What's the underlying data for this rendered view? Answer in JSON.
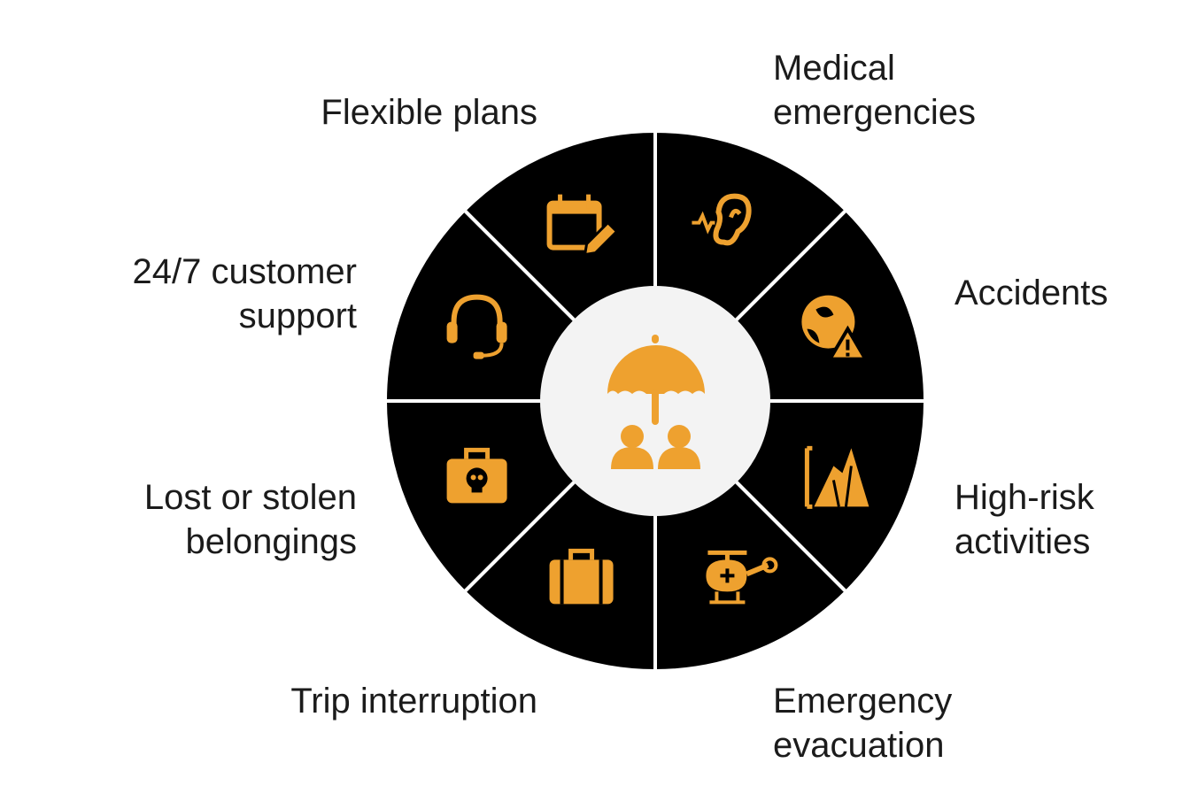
{
  "title": "Travel insurance coverage",
  "colors": {
    "segment": "#000000",
    "icon": "#EEA12F",
    "center": "#F3F3F3",
    "divider": "#FFFFFF"
  },
  "center": {
    "icon": "umbrella-people-icon"
  },
  "segments": [
    {
      "icon": "ear-icon",
      "label": [
        "Medical",
        "emergencies"
      ]
    },
    {
      "icon": "globe-warning-icon",
      "label": [
        "Accidents"
      ]
    },
    {
      "icon": "climbing-icon",
      "label": [
        "High-risk",
        "activities"
      ]
    },
    {
      "icon": "helicopter-icon",
      "label": [
        "Emergency",
        "evacuation"
      ]
    },
    {
      "icon": "suitcase-icon",
      "label": [
        "Trip interruption"
      ]
    },
    {
      "icon": "briefcase-skull-icon",
      "label": [
        "Lost or stolen",
        "belongings"
      ]
    },
    {
      "icon": "headset-icon",
      "label": [
        "24/7 customer",
        "support"
      ]
    },
    {
      "icon": "calendar-edit-icon",
      "label": [
        "Flexible plans"
      ]
    }
  ]
}
